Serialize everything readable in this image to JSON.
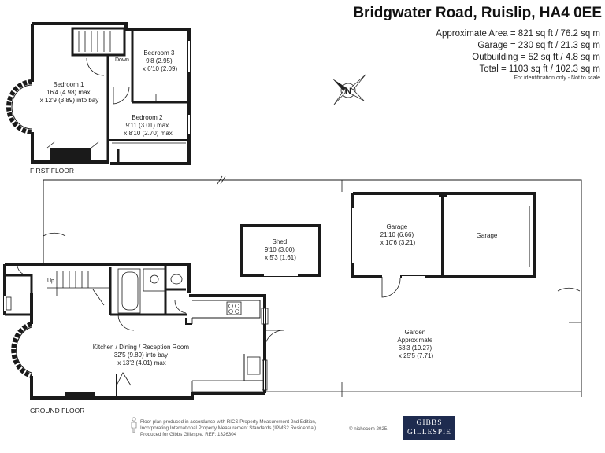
{
  "title": "Bridgwater Road, Ruislip, HA4 0EE",
  "areas": [
    "Approximate Area = 821 sq ft / 76.2 sq m",
    "Garage = 230 sq ft / 21.3 sq m",
    "Outbuilding = 52 sq ft / 4.8 sq m",
    "Total = 1103 sq ft / 102.3 sq m"
  ],
  "identification_note": "For identification only - Not to scale",
  "compass_letter": "N",
  "floors": {
    "first_label": "FIRST FLOOR",
    "ground_label": "GROUND FLOOR"
  },
  "rooms": {
    "bedroom1": [
      "Bedroom 1",
      "16'4 (4.98) max",
      "x 12'9 (3.89) into bay"
    ],
    "bedroom2": [
      "Bedroom 2",
      "9'11 (3.01) max",
      "x 8'10 (2.70) max"
    ],
    "bedroom3": [
      "Bedroom 3",
      "9'8 (2.95)",
      "x 6'10 (2.09)"
    ],
    "down": "Down",
    "up": "Up",
    "kitchen": [
      "Kitchen / Dining / Reception Room",
      "32'5 (9.89) into bay",
      "x 13'2 (4.01) max"
    ],
    "shed": [
      "Shed",
      "9'10 (3.00)",
      "x 5'3 (1.61)"
    ],
    "garage1": [
      "Garage",
      "21'10 (6.66)",
      "x 10'6 (3.21)"
    ],
    "garage2": "Garage",
    "garden": [
      "Garden",
      "Approximate",
      "63'3 (19.27)",
      "x 25'5 (7.71)"
    ]
  },
  "footer": {
    "note_lines": [
      "Floor plan produced in accordance with RICS Property Measurement 2nd Edition,",
      "Incorporating International Property Measurement Standards (IPMS2 Residential).",
      "Produced for Gibbs Gillespie.   REF: 1326304"
    ],
    "copyright": "© nichecom 2025.",
    "logo_line1": "GIBBS",
    "logo_line2": "GILLESPIE"
  },
  "colors": {
    "wall": "#1a1a1a",
    "logo_bg": "#1e2b4f"
  }
}
